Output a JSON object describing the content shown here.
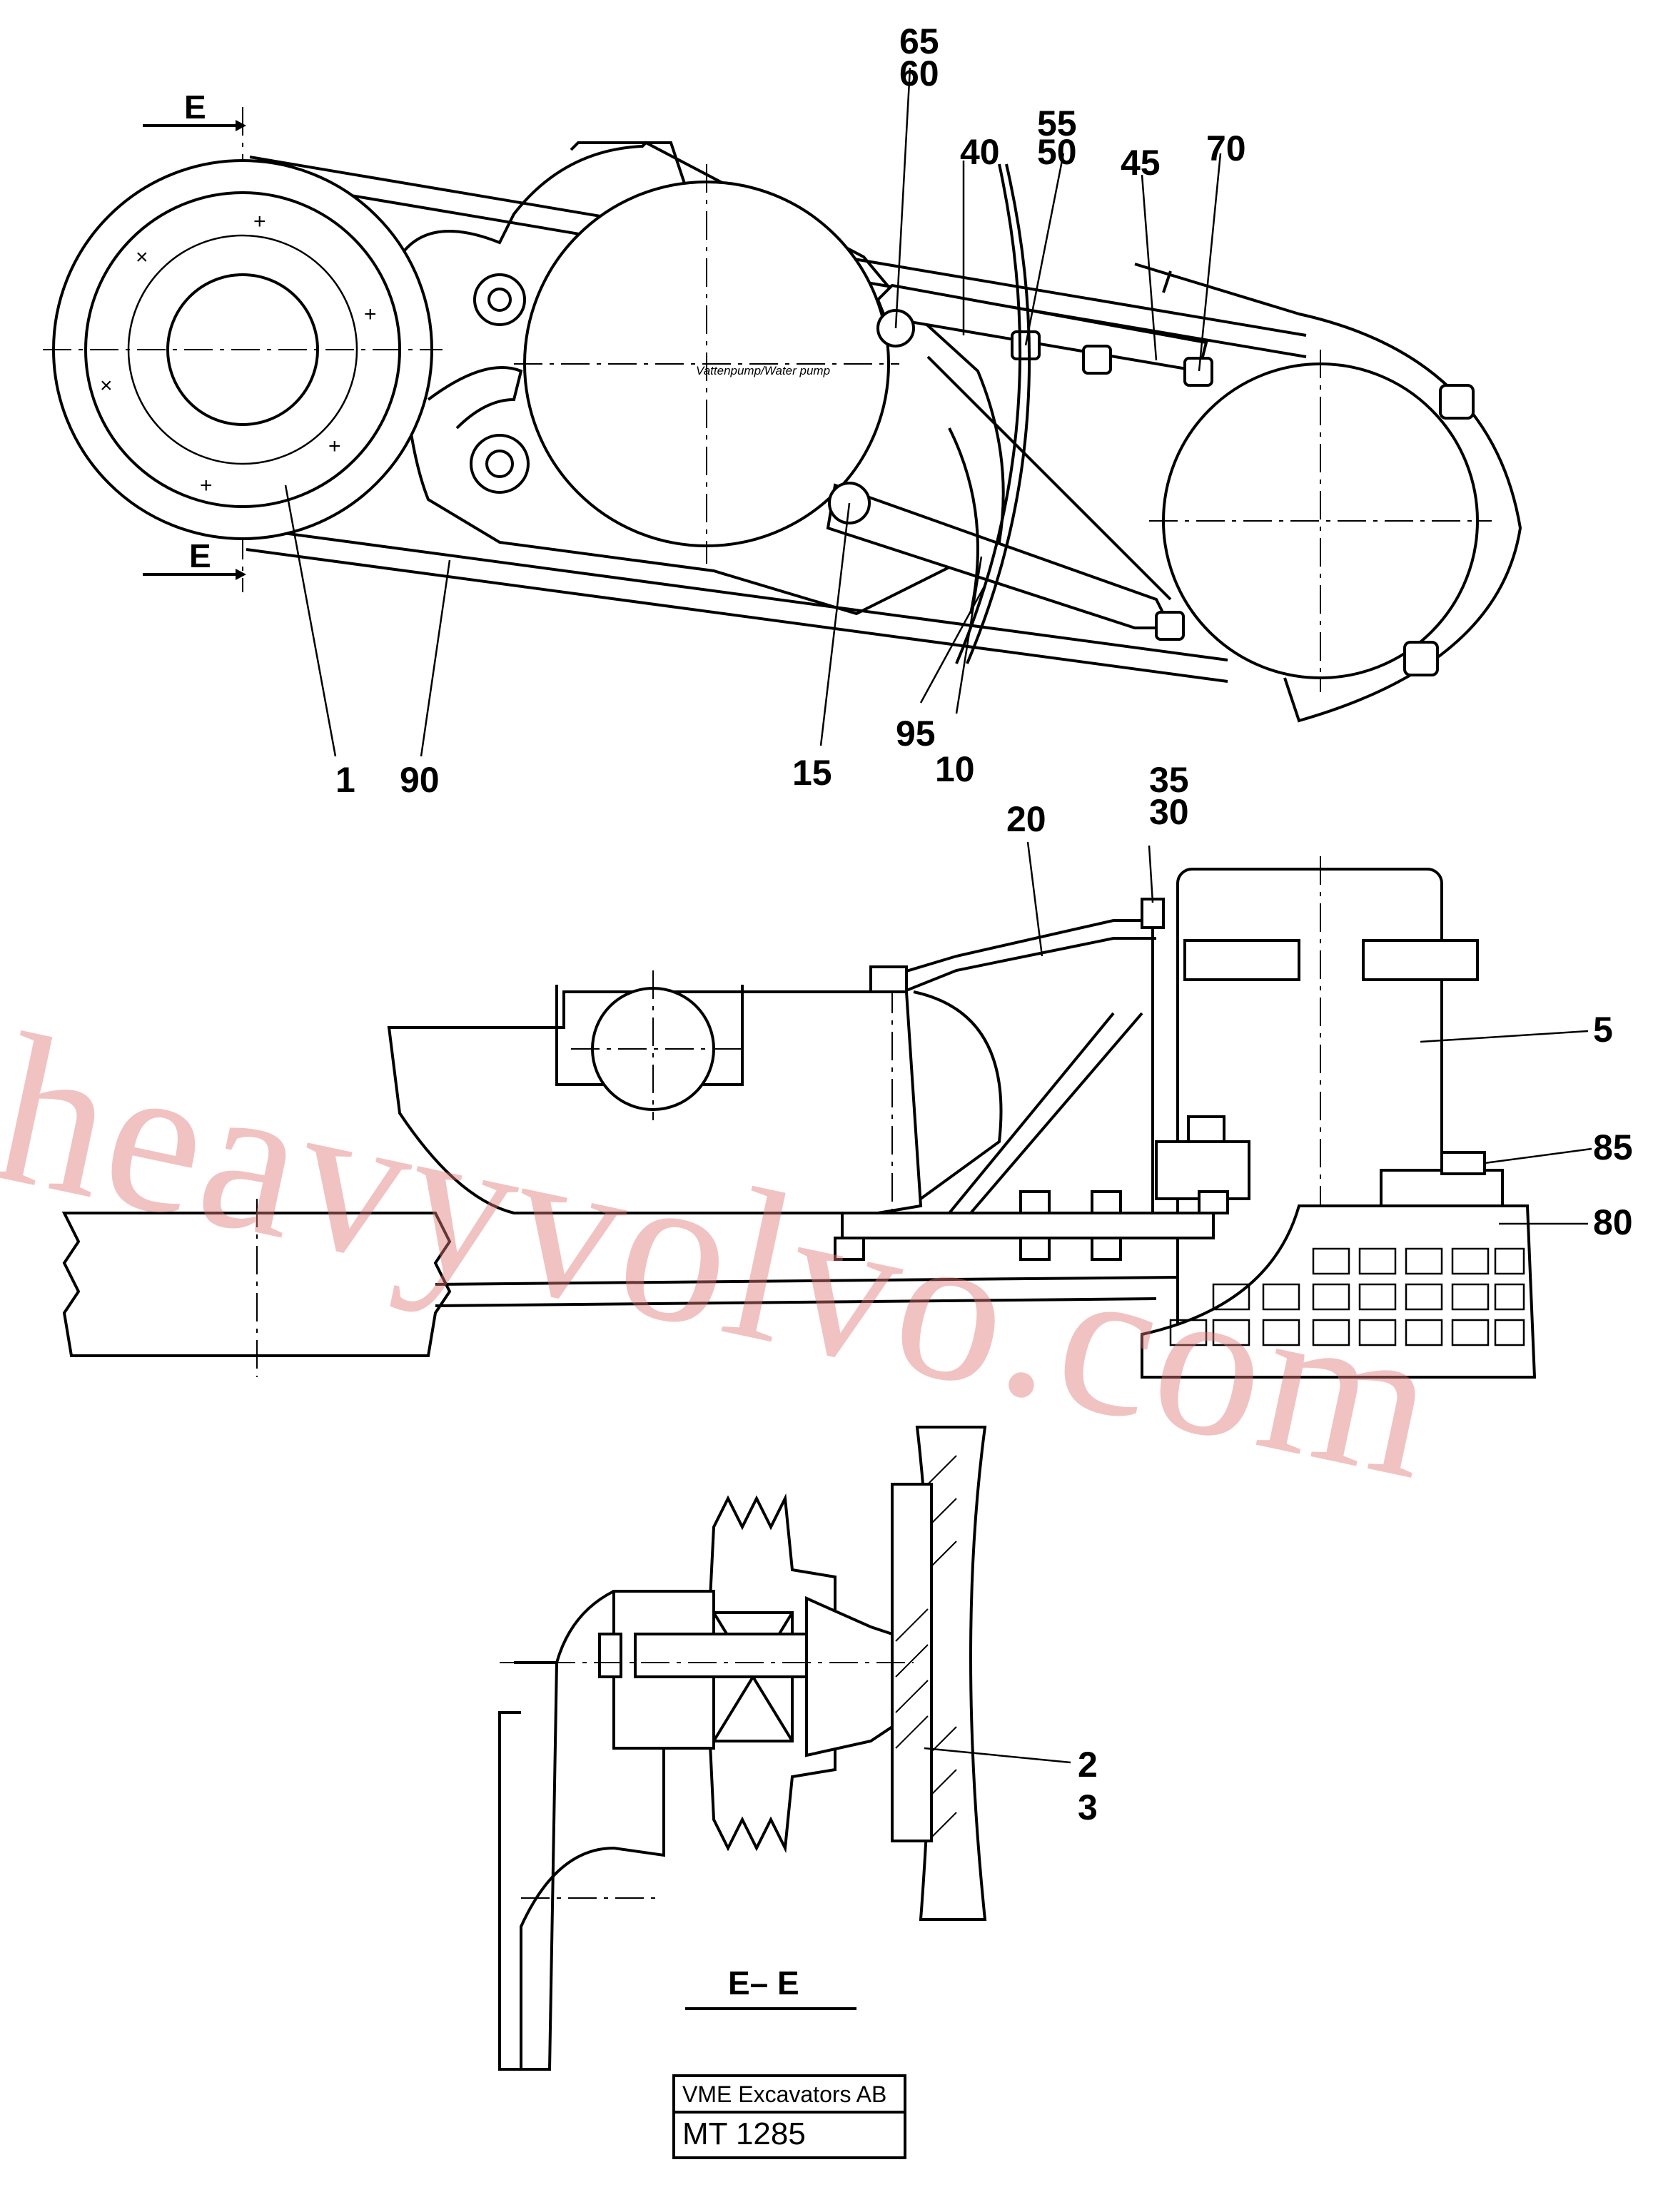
{
  "callouts": {
    "c65": "65",
    "c60": "60",
    "c55": "55",
    "c50": "50",
    "c40": "40",
    "c45": "45",
    "c70": "70",
    "c1": "1",
    "c90": "90",
    "c15": "15",
    "c95": "95",
    "c10": "10",
    "c35": "35",
    "c30": "30",
    "c20": "20",
    "c5": "5",
    "c85": "85",
    "c80": "80",
    "c2": "2",
    "c3": "3"
  },
  "section": {
    "mark_top": "E",
    "mark_bottom": "E",
    "label": "E– E"
  },
  "pump_text": "Vattenpump/Water pump",
  "title_block": {
    "company": "VME Excavators AB",
    "drawing_no": "MT 1285"
  },
  "watermark": "heavyvolvo.com"
}
